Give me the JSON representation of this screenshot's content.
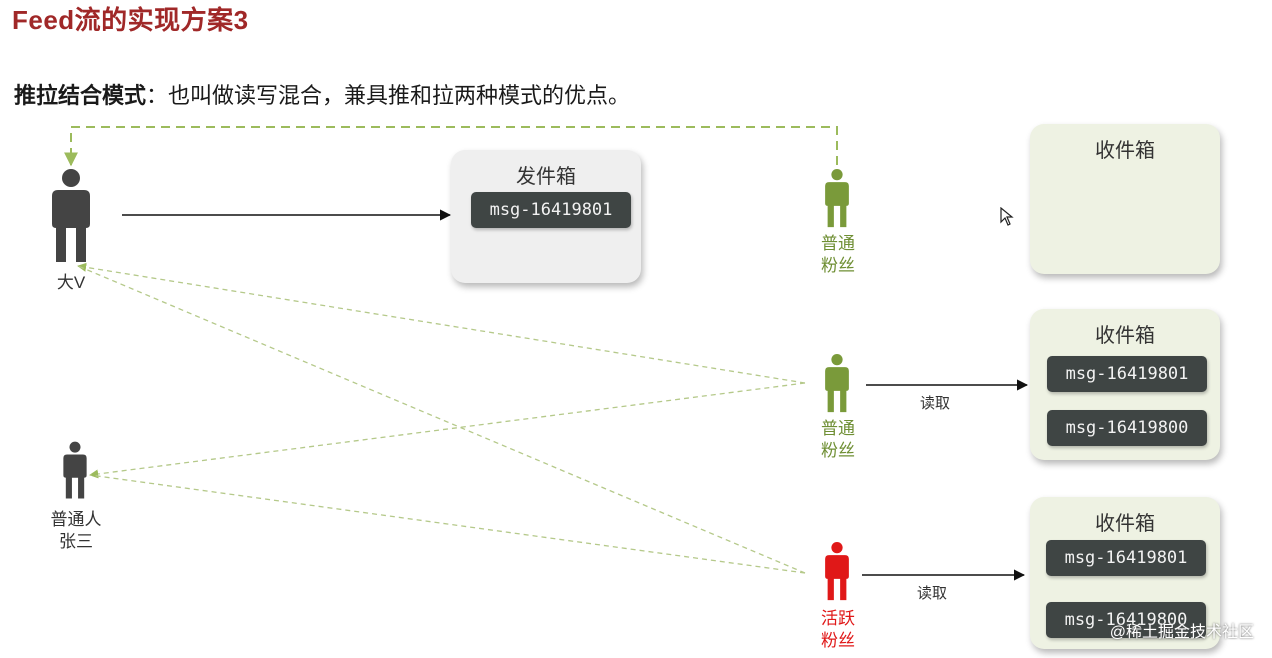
{
  "title": "Feed流的实现方案3",
  "subtitle": {
    "bold": "推拉结合模式",
    "rest": "：也叫做读写混合，兼具推和拉两种模式的优点。"
  },
  "colors": {
    "title": "#a02828",
    "big_v": "#444444",
    "normal_fan": "#7a9a3a",
    "active_fan": "#e01818",
    "dashed_line": "#b5c98a"
  },
  "big_v": {
    "label": "大V"
  },
  "ordinary_person": {
    "label_line1": "普通人",
    "label_line2": "张三"
  },
  "outbox": {
    "title": "发件箱",
    "messages": [
      "msg-16419801"
    ]
  },
  "fans": [
    {
      "label_line1": "普通",
      "label_line2": "粉丝",
      "inbox": {
        "title": "收件箱",
        "messages": []
      }
    },
    {
      "label_line1": "普通",
      "label_line2": "粉丝",
      "read_label": "读取",
      "inbox": {
        "title": "收件箱",
        "messages": [
          "msg-16419801",
          "msg-16419800"
        ]
      }
    },
    {
      "label_line1": "活跃",
      "label_line2": "粉丝",
      "read_label": "读取",
      "inbox": {
        "title": "收件箱",
        "messages": [
          "msg-16419801",
          "msg-16419800"
        ]
      }
    }
  ],
  "watermark": "@稀土掘金技术社区"
}
